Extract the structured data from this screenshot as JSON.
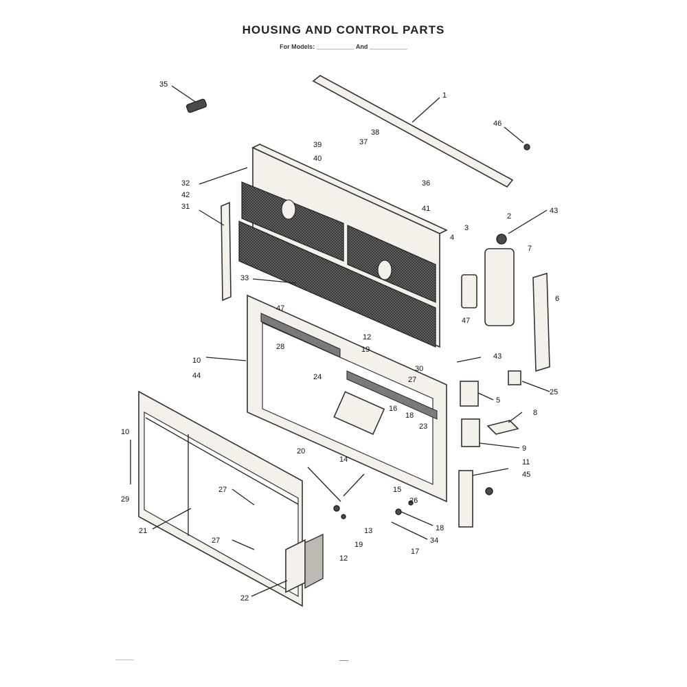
{
  "header": {
    "title": "HOUSING AND CONTROL PARTS",
    "subtitle": "For Models: ___________ And ___________"
  },
  "callouts": [
    "1",
    "2",
    "3",
    "4",
    "5",
    "6",
    "7",
    "8",
    "9",
    "10",
    "11",
    "12",
    "13",
    "14",
    "15",
    "16",
    "17",
    "18",
    "19",
    "20",
    "21",
    "22",
    "23",
    "24",
    "25",
    "26",
    "27",
    "28",
    "29",
    "30",
    "31",
    "32",
    "33",
    "34",
    "35",
    "36",
    "37",
    "38",
    "39",
    "40",
    "41",
    "42",
    "43",
    "44",
    "45",
    "46",
    "47"
  ],
  "footer": {
    "diagram_code": "______",
    "page_number": "___"
  }
}
